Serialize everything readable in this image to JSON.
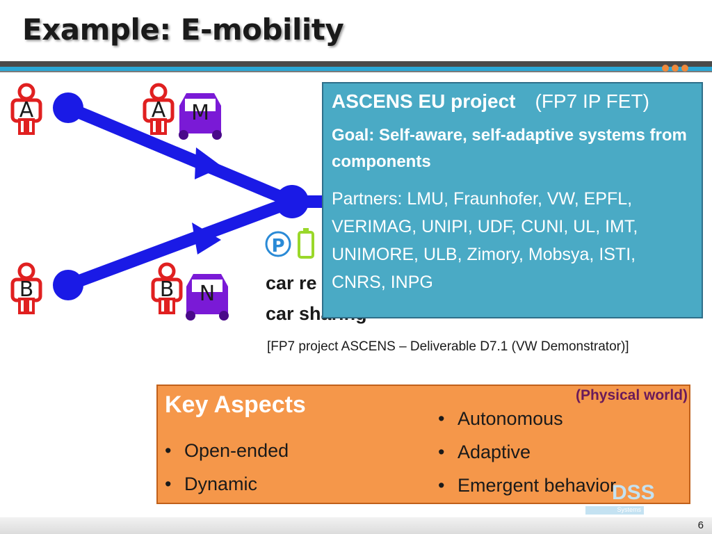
{
  "title": "Example: E-mobility",
  "diagram": {
    "person_labels": [
      "A",
      "A",
      "B",
      "B"
    ],
    "car_labels": [
      "M",
      "N"
    ],
    "parking_label": "P",
    "car_text_line1": "car re",
    "car_text_line2": "car sharing"
  },
  "info_box": {
    "title": "ASCENS EU project",
    "subtitle": "(FP7 IP FET)",
    "goal": "Goal: Self-aware, self-adaptive systems from components",
    "partners": "Partners: LMU, Fraunhofer, VW, EPFL, VERIMAG, UNIPI, UDF, CUNI, UL, IMT, UNIMORE, ULB, Zimory, Mobsya, ISTI, CNRS, INPG"
  },
  "reference": "[FP7 project ASCENS – Deliverable D7.1 (VW Demonstrator)]",
  "key_aspects": {
    "title": "Key Aspects",
    "physical_label": "(Physical world)",
    "left_items": [
      "Open-ended",
      "Dynamic"
    ],
    "right_items": [
      "Autonomous",
      "Adaptive",
      "Emergent behavior"
    ]
  },
  "logo": {
    "text": "DSS",
    "subtext": "Systems"
  },
  "page_number": "6",
  "colors": {
    "accent_blue": "#2aa7d6",
    "info_box": "#4aaac5",
    "key_box": "#f5974a",
    "route_blue": "#1a1ae6",
    "person_red": "#e02020",
    "car_purple": "#7a1ad6",
    "battery_green": "#9ad82a"
  },
  "icons": [
    "person-icon",
    "car-icon",
    "parking-icon",
    "battery-icon",
    "route-arrow-icon"
  ]
}
